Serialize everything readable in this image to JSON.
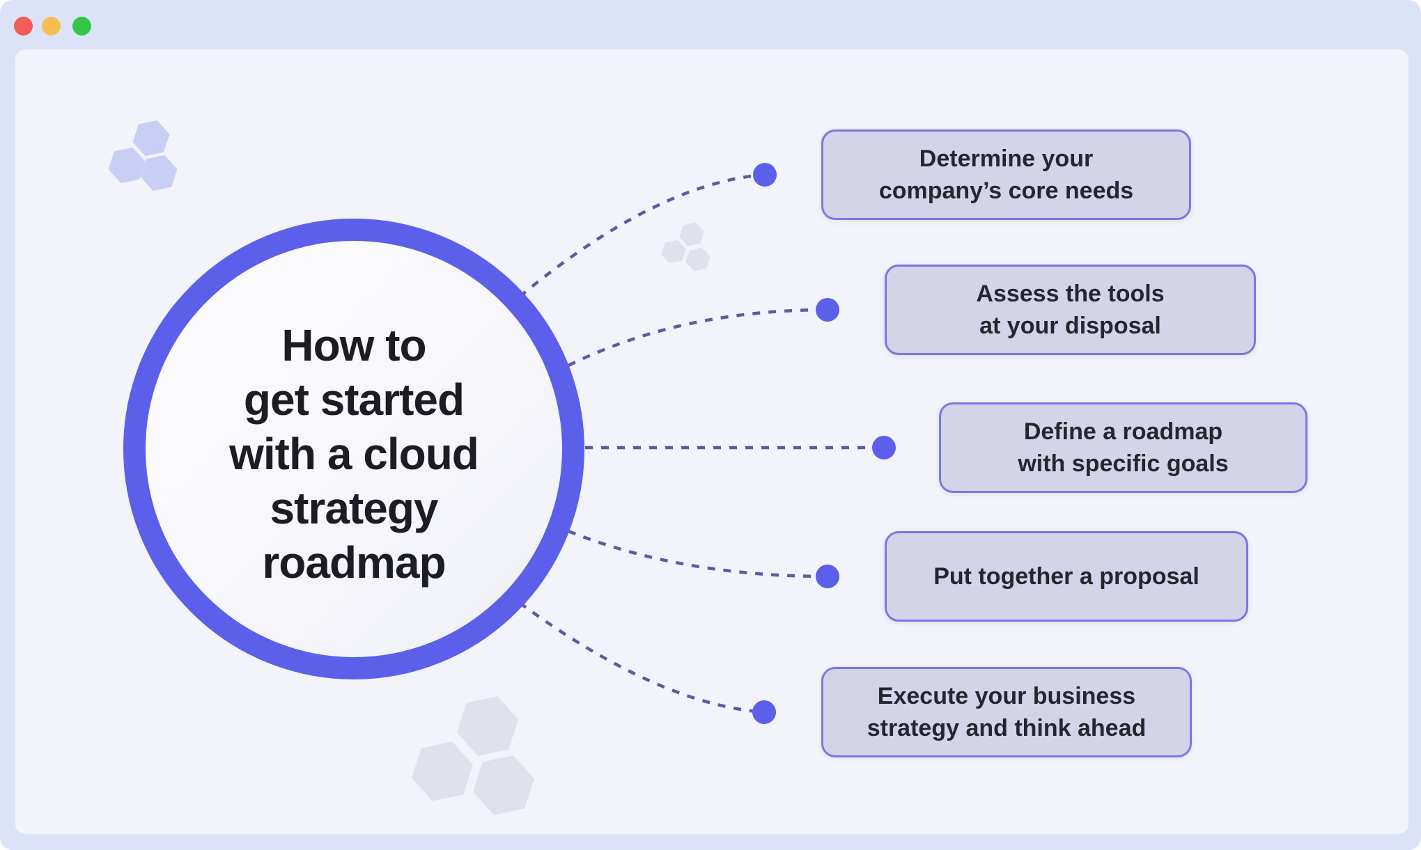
{
  "window": {
    "controls": [
      {
        "id": "close",
        "color": "#f25c54"
      },
      {
        "id": "minimize",
        "color": "#f5bf4f"
      },
      {
        "id": "zoom",
        "color": "#33c748"
      }
    ]
  },
  "diagram": {
    "center_title": "How to\nget started\nwith a cloud\nstrategy\nroadmap",
    "steps": [
      {
        "label": "Determine your\ncompany’s core needs"
      },
      {
        "label": "Assess the tools\nat your disposal"
      },
      {
        "label": "Define a roadmap\nwith specific goals"
      },
      {
        "label": "Put together a proposal"
      },
      {
        "label": "Execute your business\nstrategy and think ahead"
      }
    ]
  },
  "colors": {
    "accent": "#5b5fe9",
    "connector_line": "#5e5aa0",
    "connector_dot": "#5b5fe9",
    "box_fill": "#d3d4e8",
    "box_border": "#7b78e3",
    "box_text": "#26262e",
    "title_text": "#1c1c24",
    "window_frame": "#dce3f8",
    "canvas_bg": "#f2f3fb",
    "hex_accent": "#c9cef5",
    "hex_gray": "#dfe1ec"
  }
}
